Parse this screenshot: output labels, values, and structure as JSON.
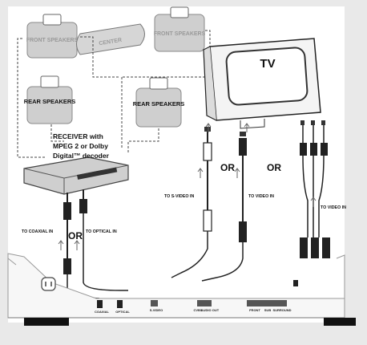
{
  "speakers": {
    "front_left": "FRONT SPEAKERS",
    "front_right": "FRONT SPEAKERS",
    "center": "CENTER",
    "rear_left": "REAR SPEAKERS",
    "rear_right": "REAR SPEAKERS"
  },
  "receiver": {
    "line1": "RECEIVER with",
    "line2": "MPEG 2 or Dolby",
    "line3": "Digital™ decoder"
  },
  "tv": {
    "label": "TV"
  },
  "labels": {
    "or_audio": "OR",
    "or_video_1": "OR",
    "or_video_2": "OR",
    "to_coaxial_in": "TO COAXIAL IN",
    "to_optical_in": "TO OPTICAL IN",
    "to_svideo_in": "TO S-VIDEO IN",
    "to_video_in_center": "TO VIDEO IN",
    "to_video_in_right": "TO VIDEO IN"
  },
  "panel": {
    "coaxial": "COAXIAL",
    "optical": "OPTICAL",
    "svideo": "S-VIDEO",
    "cvbs": "CVBS",
    "audio_out": "AUDIO OUT",
    "front": "FRONT",
    "sub": "SUB",
    "surround": "SURROUND"
  },
  "colors": {
    "background": "#e9e9e9",
    "frame": "#ffffff",
    "ink": "#111111",
    "panel": "#f7f7f7"
  }
}
